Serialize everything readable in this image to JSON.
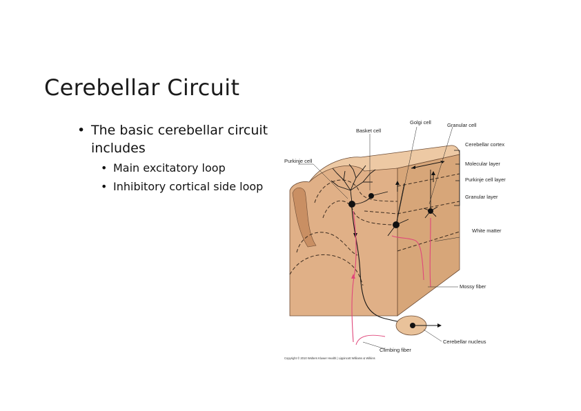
{
  "slide": {
    "title": "Cerebellar Circuit",
    "bullet_main": "The basic cerebellar circuit includes",
    "sub_bullets": [
      "Main excitatory loop",
      "Inhibitory cortical side loop"
    ]
  },
  "figure": {
    "labels": {
      "golgi_cell": "Golgi cell",
      "granular_cell": "Granular cell",
      "basket_cell": "Basket cell",
      "cerebellar_cortex": "Cerebellar cortex",
      "purkinje_cell": "Purkinje cell",
      "molecular_layer": "Molecular layer",
      "purkinje_cell_layer": "Purkinje cell layer",
      "granular_layer": "Granular layer",
      "white_matter": "White matter",
      "mossy_fiber": "Mossy fiber",
      "cerebellar_nucleus": "Cerebellar nucleus",
      "climbing_fiber": "Climbing fiber"
    },
    "copyright": "Copyright © 2010 Wolters Kluwer Health | Lippincott Williams & Wilkins",
    "colors": {
      "tissue": "#e2b48a",
      "tissue_dark": "#c98f63",
      "fiber_pink": "#e0467a",
      "ink": "#111111"
    }
  }
}
